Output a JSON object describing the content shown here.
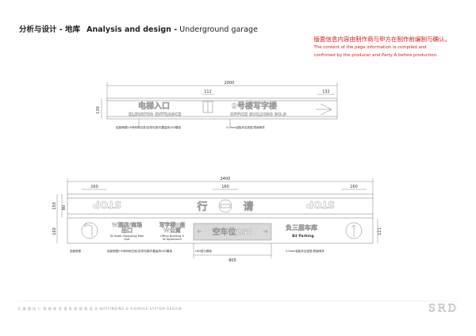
{
  "header": {
    "title_zh": "分析与设计 - 地库",
    "title_en_bold": "Analysis and design -",
    "title_en_rest": "Underground garage"
  },
  "notice": {
    "zh": "版面信息内容由制作商与甲方在制作前编制与确认。",
    "en_line1": "The content of the page information is compiled and",
    "en_line2": "confirmed by the producer and Party A before production."
  },
  "sign1": {
    "dim_total": "2000",
    "dim_left": "112",
    "dim_right": "132",
    "dim_height": "130",
    "text_left_zh": "电梯入口",
    "text_left_en": "ELEVATOR ENTRANCE",
    "text_right_zh": "9号楼写字楼",
    "text_right_en": "OFFICE BUILDING NO.9",
    "note_left": "铝板喷塑/UV喷印刷白底/自带光源/内置高亮LED模组",
    "note_right": "2.0mm铝板折边造型/表面喷漆"
  },
  "sign2": {
    "dim_total": "2400",
    "dim_left": "160",
    "dim_center": "160",
    "dim_right": "160",
    "dim_h1": "150",
    "dim_h2": "80",
    "dim_h3": "160",
    "dim_right_h": "121",
    "stop_text": "STOP",
    "mid_top_left": "行",
    "mid_top_right": "请",
    "text_a_zh": "W酒店/商场",
    "text_a_zh2": "出口",
    "text_a_en": "W Hotel /Shopping Mall",
    "text_a_en2": "Exit",
    "text_b_zh": "写字楼9座",
    "text_b_zh2": "W公寓",
    "text_b_en": "Office Building 9",
    "text_b_en2": "W Apartment",
    "center_panel": "空车位258",
    "text_c_zh": "负三层车库",
    "text_c_en": "B3 Parking",
    "dim_bottom": "805",
    "note_1": "铝板喷塑",
    "note_2": "铝板喷塑/UV喷印刷白底/自带光源/内置高亮LED模组",
    "note_3": "LED显示屏面",
    "note_4": "2.0mm铝板折边造型/表面喷漆"
  },
  "footer": {
    "text": "天 城 国 际 广 场 地 库 导 视 系 统 规 划 设 计  WAYFINDING & SIGNAGE SYSTEM DESIGN",
    "logo": "SRD"
  }
}
